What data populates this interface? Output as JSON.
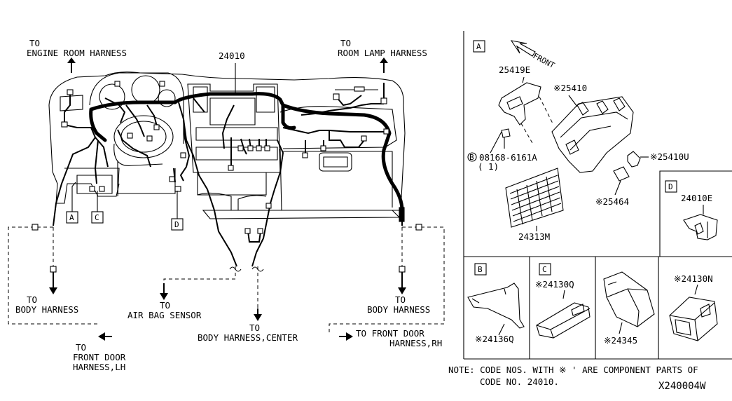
{
  "labels": {
    "to_engine_to": "TO",
    "to_engine": "ENGINE ROOM HARNESS",
    "part_24010": "24010",
    "to_room_to": "TO",
    "to_room": "ROOM LAMP HARNESS",
    "to_body_lh_to": "TO",
    "to_body_lh": "BODY HARNESS",
    "to_airbag_to": "TO",
    "to_airbag": "AIR BAG SENSOR",
    "to_body_center_to": "TO",
    "to_body_center": "BODY HARNESS,CENTER",
    "to_body_rh_to": "TO",
    "to_body_rh": "BODY HARNESS",
    "to_front_door_rh": "TO FRONT DOOR",
    "to_front_door_rh_2": "HARNESS,RH",
    "to_front_door_lh_to": "TO",
    "to_front_door_lh_1": "FRONT DOOR",
    "to_front_door_lh_2": "HARNESS,LH"
  },
  "callouts": {
    "a": "A",
    "b": "B",
    "c": "C",
    "d": "D"
  },
  "detail_a": {
    "front": "FRONT",
    "p25419e": "25419E",
    "p25410": "※25410",
    "bolt_circle": "B",
    "p08168": "08168-6161A",
    "qty": "( 1)",
    "p25410u": "※25410U",
    "p25464": "※25464",
    "p24313m": "24313M"
  },
  "detail_d": {
    "p24010e": "24010E"
  },
  "detail_b": {
    "p24136q": "※24136Q"
  },
  "detail_c": {
    "p24130q": "※24130Q"
  },
  "detail_e": {
    "p24345": "※24345"
  },
  "detail_f": {
    "p24130n": "※24130N"
  },
  "note": {
    "line1": "NOTE: CODE NOS. WITH ※   ' ARE COMPONENT PARTS OF",
    "line2": "CODE NO. 24010."
  },
  "diagram_id": "X240004W"
}
